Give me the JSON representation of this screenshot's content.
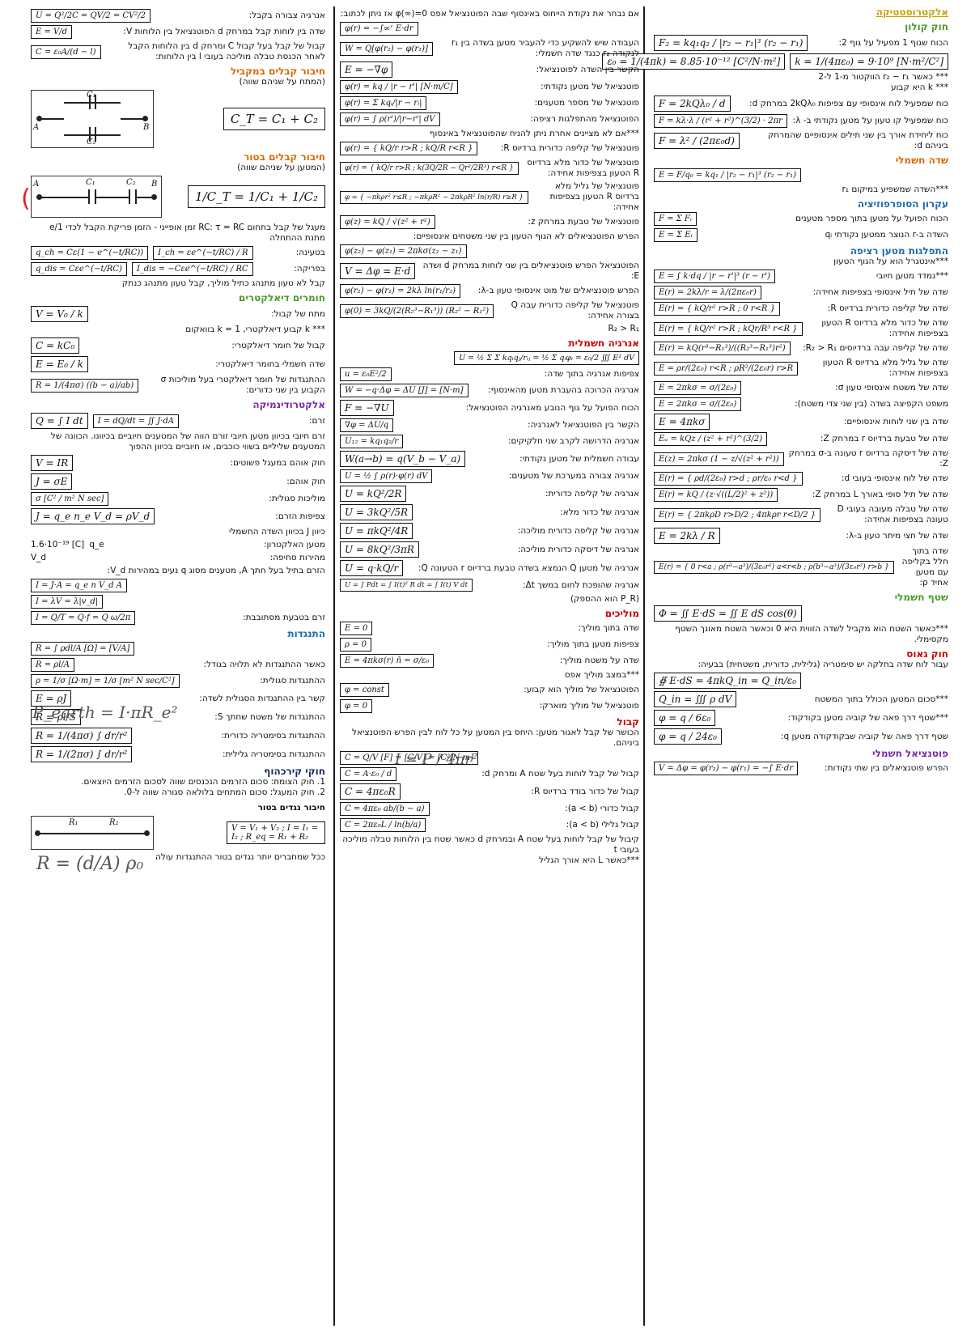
{
  "right": {
    "title": "אלקטרוסטטיקה",
    "coulomb_heading": "חוק קולון",
    "coulomb_desc": "הכוח שגוף 1 מפעיל על גוף 2:",
    "coulomb_formula": "F₂ = kq₁q₂ / |r₂ − r₁|³ (r₂ − r₁)",
    "k_formula": "k = 1/(4πε₀) = 9·10⁹ [N·m²/C²]",
    "eps_formula": "ε₀ = 1/(4πk) = 8.85·10⁻¹² [C²/N·m²]",
    "note_r": "*** כאשר r₂ − r₁ הווקטור מ-1 ל-2",
    "note_k": "*** k היא קבוע",
    "force_plane": "כוח שמפעיל לוח אינסופי עם צפיפות 2kQλ₀ במרחק d:",
    "force_plane_formula": "F = 2kQλ₀ / d",
    "force_line": "כוח שמפעיל קו טעון על מטען נקודתי ב- λ:",
    "force_line_formula": "F = kλ·λ / (r² + r²)^(3/2) · 2πr",
    "force_wires": "כוח ליחידת אורך בין שני תילים אינסופיים שהמרחק ביניהם d:",
    "force_wires_formula": "F = λ² / (2πε₀d)",
    "field_heading": "שדה חשמלי",
    "field_formula": "E = F/q₀ = kq₁ / |r₂ − r₁|³ (r₂ − r₁)",
    "superpos_note": "***השדה שמשפיע במיקום r₁",
    "superpos_heading": "עקרון הסופרפוזיציה",
    "superpos_formula": "F = Σ Fᵢ",
    "superpos_desc": "הכוח הפועל על מטען בתוך מספר מטענים",
    "field_sum": "E = Σ Eᵢ",
    "field_sum_desc": "השדה ב-r הנוצר ממטען נקודתי qᵢ",
    "continuous_heading": "התפלגות מטען רציפה",
    "continuous_note1": "***אינטגרל הוא על הגוף הטעון",
    "continuous_note2": "***נמדד מטען חיובי",
    "continuous_formula": "E = ∫ k·dq / |r − r'|³ (r − r')",
    "field_line_inf": "שדה של תיל אינסופי בצפיפות אחידה:",
    "field_line_inf_formula": "E(r) = 2kλ/r = λ/(2πε₀r)",
    "shell_field": "שדה של קליפה כדורית ברדיוס R:",
    "shell_field_formula": "E(r) = { kQ/r² r>R ; 0 r<R }",
    "ball_field": "שדה של כדור מלא ברדיוס R הטעון בצפיפות אחידה:",
    "ball_field_formula": "E(r) = { kQ/r² r>R ; kQr/R³ r<R }",
    "thick_shell": "שדה של קליפה עבה ברדיוסים R₂ > R₁:",
    "thick_shell_formula": "E(r) = kQ(r³−R₁³)/((R₂³−R₁³)r²)",
    "cylinder_field": "שדה של גליל מלא ברדיוס R הטעון בצפיפות אחידה:",
    "cylinder_field_formula": "E = ρr/(2ε₀) r<R ; ρR²/(2ε₀r) r>R",
    "plane_field": "שדה של משטח אינסופי טעון σ:",
    "plane_field_formula": "E = 2πkσ = σ/(2ε₀)",
    "capacitor_field": "משפט הקפיצה בשדה (בין שני צדי משטח):",
    "capacitor_field_formula": "E = 2πkσ = σ/(2ε₀)",
    "between_plates": "שדה בין שני לוחות אינסופיים:",
    "between_plates_formula": "E = 4πkσ",
    "ring_field": "שדה של טבעת ברדיוס r במרחק Z:",
    "ring_field_formula": "Eᵤ = kQz / (z² + r²)^(3/2)",
    "disk_field": "שדה של דיסקה ברדיוס r טעונה ב-σ במרחק Z:",
    "disk_field_formula": "E(z) = 2πkσ (1 − z/√(z² + r²))",
    "slab_field": "שדה של לוח אינסופי בעובי d:",
    "slab_field_formula": "E(r) = { ρd/(2ε₀) r>d ; ρr/ε₀ r<d }",
    "finite_line": "שדה של תיל סופי באורך L במרחק Z:",
    "finite_line_formula": "E(r) = kQ / (z·√((L/2)² + z²))",
    "thick_slab": "שדה של טבלה מעובה בעובי D טעונה בצפיפות אחידה:",
    "thick_slab_formula": "E(r) = { 2πkρD r>D/2 ; 4πkρr r<D/2 }",
    "half_line": "שדה של חצי מיתר טעון ב-λ:",
    "half_line_formula": "E = 2kλ / R",
    "shell_flux": "שדה בתוך חלל בקליפה עם מטען אחיד ρ:",
    "shell_flux_formula": "E(r) = { 0 r<a ; ρ(r³−a³)/(3ε₀r²) a<r<b ; ρ(b³−a³)/(3ε₀r²) r>b }",
    "flux_heading": "שטף חשמלי",
    "flux_formula": "Φ = ∬ E·dS = ∬ E dS cos(θ)",
    "flux_note": "***כאשר השטח הוא מקביל לשדה הזווית היא 0 וכאשר השטח מאונך השטף מקסימלי.",
    "gauss_heading": "חוק גאוס",
    "gauss_desc": "עבור לוח שדה בחלקה יש סימטריה (גלילית, כדורית, משטחית) בבעיה:",
    "gauss_formula": "∯ E·dS = 4πkQ_in = Q_in/ε₀",
    "gauss_note": "***סכום המטען הכולל בתוך המשטח",
    "qin_formula": "Q_in = ∭ ρ dV",
    "flux_cube": "***שטף דרך פאה של קוביה מטען בקודקוד:",
    "flux_cube_formula": "φ = q / 6ε₀",
    "flux_face": "שטף דרך פאה של קוביה שבקודקודה מטען q:",
    "flux_face_formula": "φ = q / 24ε₀",
    "potential_heading": "פוטנציאל חשמלי",
    "potential_desc": "הפרש פוטנציאלים בין שתי נקודות:",
    "potential_formula": "V = Δφ = φ(r₂) − φ(r₁) = −∫ E·dr"
  },
  "mid": {
    "ref_note": "אם נבחר את נקודת הייחוס באינסוף שבה הפוטנציאל אפס φ(∞)=0 אז ניתן לכתוב:",
    "ref_formula": "φ(r) = −∫∞ʳ E·dr",
    "work_desc": "העבודה שיש להשקיע כדי להעביר מטען בשדה בין r₁ לנקודה r₂ כנגד שדה חשמלי:",
    "work_formula": "W = Q[φ(r₂) − φ(r₁)]",
    "field_potential": "הקשר בין השדה לפוטנציאל:",
    "field_potential_formula": "E = −∇φ",
    "point_potential": "פוטנציאל של מטען נקודתי:",
    "point_potential_formula": "φ(r) = kq / |r − r'| [N·m/C]",
    "multi_potential": "פוטנציאל של מספר מטענים:",
    "multi_potential_formula": "φ(r) = Σ kqᵢ/|r − rᵢ|",
    "cont_potential": "הפוטנציאל מהתפלגות רציפה:",
    "cont_potential_formula": "φ(r) = ∫ ρ(r')/|r−r'| dV",
    "note_inf": "***אם לא מציינים אחרת ניתן להניח שהפוטנציאל באינסוף",
    "shell_pot": "פוטנציאל של קליפה כדורית ברדיוס R:",
    "shell_pot_formula": "φ(r) = { kQ/r r>R ; kQ/R r<R }",
    "ball_pot": "פוטנציאל של כדור מלא ברדיוס R הטעון בצפיפות אחידה:",
    "ball_pot_formula": "φ(r) = { kQ/r r>R ; k(3Q/2R − Qr²/2R³) r<R }",
    "cyl_pot": "פוטנציאל של גליל מלא ברדיוס R הטעון בצפיפות אחידה:",
    "cyl_pot_formula": "φ = { −πkρr² r≤R ; −πkρR² − 2πkρR² ln(r/R) r≥R }",
    "ring_pot": "פוטנציאל של טבעת במרחק z:",
    "ring_pot_formula": "φ(z) = kQ / √(z² + r²)",
    "plane_pot": "הפרש הפוטנציאלים לא הגוף הטעון בין שני משטחים אינסופיים:",
    "plane_pot_formula": "φ(z₂) − φ(z₁) = 2πkσ(z₂ − z₁)",
    "potdiff": "הפוטנציאל הפרש פוטנציאלים בין שני לוחות במרחק d ושדה E:",
    "potdiff_formula": "V = Δφ = E·d",
    "pot_line": "הפרש פוטנציאלים של מוט אינסופי טעון ב-λ:",
    "pot_line_formula": "φ(r₂) − φ(r₁) = 2kλ ln(r₁/r₂)",
    "thick_pot": "פוטנציאל של קליפה כדורית עבה Q בצורה אחידה:",
    "thick_pot_formula": "φ(0) = 3kQ/(2(R₂³−R₁³)) (R₂² − R₁²)",
    "thick_pot_cond": "R₂ > R₁",
    "energy_heading": "אנרגיה חשמלית",
    "energy_total": "U = ½ Σ Σ kqᵢqⱼ/rᵢⱼ = ½ Σ qᵢφᵢ = ε₀/2 ∭ E² dV",
    "energy_density": "צפיפות אנרגיה בתוך שדה:",
    "energy_density_formula": "u = ε₀E²/2",
    "energy_work": "אנרגיה הכרוכה בהעברת מטען מהאינסוף:",
    "energy_work_formula": "W = −q·Δφ = ΔU [J] = [N·m]",
    "energy_force": "הכוח הפועל על גוף הנובע מאנרגיה הפוטנציאל:",
    "energy_force_formula": "F = −∇U",
    "energy_pot_rel": "הקשר בין הפוטנציאל לאנרגיה:",
    "energy_pot_rel_formula": "∇φ = ΔU/q",
    "two_charge_energy": "אנרגיה הדרושה לקרב שני חלקיקים:",
    "two_charge_energy_formula": "U₁₂ = kq₁q₂/r",
    "work_ab": "עבודה חשמלית של מטען נקודתי:",
    "work_ab_formula": "W(a→b) = q(V_b − V_a)",
    "pot_energy_int": "אנרגיה צבורה במערכת של מטענים:",
    "pot_energy_int_formula": "U = ½ ∫ ρ(r)·φ(r) dV",
    "shell_energy": "אנרגיה של קליפה כדורית:",
    "shell_energy_formula": "U = kQ²/2R",
    "ball_energy": "אנרגיה של כדור מלא:",
    "ball_energy_formula": "U = 3kQ²/5R",
    "cond_shell_energy": "אנרגיה של קליפה כדורית מוליכה:",
    "cond_shell_energy_formula": "U = πkQ²/4R",
    "cond_ball_energy": "אנרגיה של דיסקה כדורית מוליכה:",
    "cond_ball_energy_formula": "U = 8kQ²/3πR",
    "charge_energy": "אנרגיה של מטען Q הנמצא בשדה טבעת ברדיוס r הטעונה Q:",
    "charge_energy_formula": "U = q·kQ/r",
    "power_desc": "אנרגיה שהופכת לחום במשך Δt:",
    "power_formula": "U = ∫ Pdt = ∫ I(t)² R dt = ∫ I(t) V dt",
    "power_note": "(P_R הוא ההספק)",
    "conductors_heading": "מוליכים",
    "cond_field": "שדה בתוך מוליך:",
    "cond_field_formula": "E = 0",
    "cond_charge": "צפיפות מטען בתוך מוליך:",
    "cond_charge_formula": "ρ = 0",
    "cond_surface": "שדה על משטח מוליך:",
    "cond_surface_formula": "E = 4πkσ(r) n̂ = σ/ε₀",
    "cond_surface_note": "***במצב מוליך אפס",
    "cond_pot": "הפוטנציאל של מוליך הוא קבוע:",
    "cond_pot_formula": "φ = const",
    "cond_ground": "פוטנציאל של מוליך מוארק:",
    "cond_ground_formula": "φ = 0",
    "capacitor_heading": "קבול",
    "capacitor_desc": "הכושר של קבל לאגור מטען: היחס בין המטען על כל לוח לבין הפרש הפוטנציאל ביניהם.",
    "capacitor_formula": "C = Q/V [F] = [C/V] = [C²/N·m]",
    "plate_cap": "קבול של קבל לוחות בעל שטח A ומרחק d:",
    "plate_cap_formula": "C = A·ε₀ / d",
    "sphere_cap": "קבול של כדור בודד ברדיוס R:",
    "sphere_cap_formula": "C = 4πε₀R",
    "spherical_cap": "קבול כדורי (a < b):",
    "spherical_cap_formula": "C = 4πε₀ ab/(b − a)",
    "cyl_cap": "קבול גלילי (a < b):",
    "cyl_cap_formula": "C = 2πε₀L / ln(b/a)",
    "plate_cap_note": "קיבול של קבל לוחות בעל שטח A ובמרחק d כאשר שטח בין הלוחות טבלה מוליכה בעובי t",
    "length_note": "***כאשר L היא אורך הגליל"
  },
  "left": {
    "energy_cap": "אנרגיה צבורה בקבל:",
    "energy_cap_formula": "U = Q²/2C = QV/2 = CV²/2",
    "field_cap": "שדה בין לוחות קבל במרחק d הפוטנציאל בין הלוחות V:",
    "field_cap_formula": "E = V/d",
    "cap_dielectric": "קבול של קבל בעל קבול C ומרחק d בין הלוחות הקבל לאחר הכנסת טבלה מוליכה בעובי l בין הלוחות:",
    "cap_dielectric_formula": "C = ε₀A/(d − l)",
    "parallel_heading": "חיבור קבלים במקביל",
    "parallel_desc": "(המתח על שניהם שווה)",
    "parallel_formula": "C_T = C₁ + C₂",
    "series_heading": "חיבור קבלים בטור",
    "series_desc": "(המטען על שניהם שווה)",
    "series_formula": "1/C_T = 1/C₁ + 1/C₂",
    "rc_desc": "מעגל של קבל בתחום RC: τ = RC זמן אופייני - הזמן פריקת הקבל לכדי 1/e מתנת ההתחלה",
    "charging": "בטעינה:",
    "charging_formula": "q_ch = Cε(1 − e^(−t/RC))",
    "charging_current": "I_ch = εe^(−t/RC) / R",
    "discharging": "בפריקה:",
    "discharging_formula": "q_dis = Cεe^(−t/RC)",
    "discharging_current": "I_dis = −Cεe^(−t/RC) / RC",
    "dielectric_note": "קבל לא טעון מתנהג כתיל מוליך, קבל טעון מתנהג כנתק",
    "dielectric_heading": "חומרים דיאלקטרים",
    "dielectric_v": "מתח של קבול:",
    "dielectric_v_formula": "V = V₀ / k",
    "dielectric_k": "*** k קבוע דיאלקטרי, k = 1 בוואקום",
    "dielectric_c": "קבול של חומר דיאלקטרי:",
    "dielectric_c_formula": "C = kC₀",
    "dielectric_e": "שדה חשמלי בחומר דיאלקטרי:",
    "dielectric_e_formula": "E = E₀ / k",
    "dielectric_r": "ההתנגדות של חומר דיאלקטרי בעל מוליכות σ הקבוע בין שני כדורים:",
    "dielectric_r_formula": "R = 1/(4πσ) ((b − a)/ab)",
    "electro_heading": "אלקטרודינמיקה",
    "current_formula": "Q = ∫ I dt",
    "current_label": "זרם:",
    "current_density_formula": "I = dQ/dt = ∬ J·dA",
    "current_note": "זרם חיובי בכיוון מטען חיובי זורם הווה של המטענים חיוביים בכיוונו. הכוונה של המטענים שליליים בשווי כוכבים, או חיוביים בכיוון ההפוך",
    "ohm": "חוק אוהם במעגל פשוטים:",
    "ohm_formula": "V = IR",
    "ohm_local": "חוק אוהם:",
    "ohm_local_formula": "J = σE",
    "conductivity": "מוליכות סגולית:",
    "conductivity_formula": "σ [C² / m² N sec]",
    "current_density_label": "צפיפות הזרם:",
    "current_density": "J = q_e n_e V_d = ρV_d",
    "direction_note": "כיוון J בכיוון השדה החשמלי",
    "electron_charge": "מטען האלקטרון:",
    "electron_charge_value": "1.6·10⁻¹⁹ [C]",
    "electron_charge_sym": "q_e",
    "drift": "מהירות סחיפה:",
    "drift_sym": "V_d",
    "flow_note": "הזרם בתיל בעל חתך A, מטענים מסוג q נעים במהירות V_d:",
    "flow_formula": "I = J·A = q_e n V_d A",
    "line_current": "I = λV = λ|v_d|",
    "ring_current_label": "זרם בטבעת מסתובבת:",
    "ring_current_formula": "I = Q/T = Q·f = Q ω/2π",
    "resistance_heading": "התנגדות",
    "resistance_formula": "R = ∫ ρdl/A [Ω] = [V/A]",
    "resistance_wire": "כאשר ההתנגדות לא תלויה בגודל:",
    "resistance_wire_formula": "R = ρl/A",
    "resistivity": "ההתנגדות סגולית:",
    "resistivity_formula": "ρ = 1/σ [Ω·m] = 1/σ [m² N sec/C²]",
    "resistivity_rel": "קשר בין ההתנגדות הסגולית לשדה:",
    "resistivity_rel_formula": "E = ρJ",
    "flat_r": "ההתנגדות של משטח שחתך S:",
    "flat_r_formula": "R = ρl/S",
    "sphere_r": "ההתנגדות בסימטריה כדורית:",
    "sphere_r_formula": "R = 1/(4πσ) ∫ dr/r²",
    "cyl_r": "ההתנגדות בסימטריה גלילית:",
    "cyl_r_formula": "R = 1/(2πσ) ∫ dr/r²",
    "kirchhoff_heading": "חוקי קירכהוף",
    "kirchhoff_1": "1. חוק הצומת: סכום הזרמים הנכנסים שווה לסכום הזרמים היוצאים.",
    "kirchhoff_2": "2. חוק המעגל: סכום המתחים בלולאה סגורה שווה ל-0.",
    "series_r_heading": "חיבור נגדים בטור",
    "series_r_formula": "V = V₁ + V₂ ; I = I₁ = I₂ ; R_eq = R₁ + R₂",
    "series_r_note": "ככל שמחברים יותר נגדים בטור ההתנגדות עולה"
  },
  "hand": {
    "power_earth": "P_earth = I·πR_e²",
    "intensity": "I = P / 4πr²",
    "resist_hand": "R = (d/A) ρ₀"
  },
  "circuit": {
    "c1": "C₁",
    "c2": "C₂",
    "a": "A",
    "b": "B",
    "r1": "R₁",
    "r2": "R₂"
  }
}
